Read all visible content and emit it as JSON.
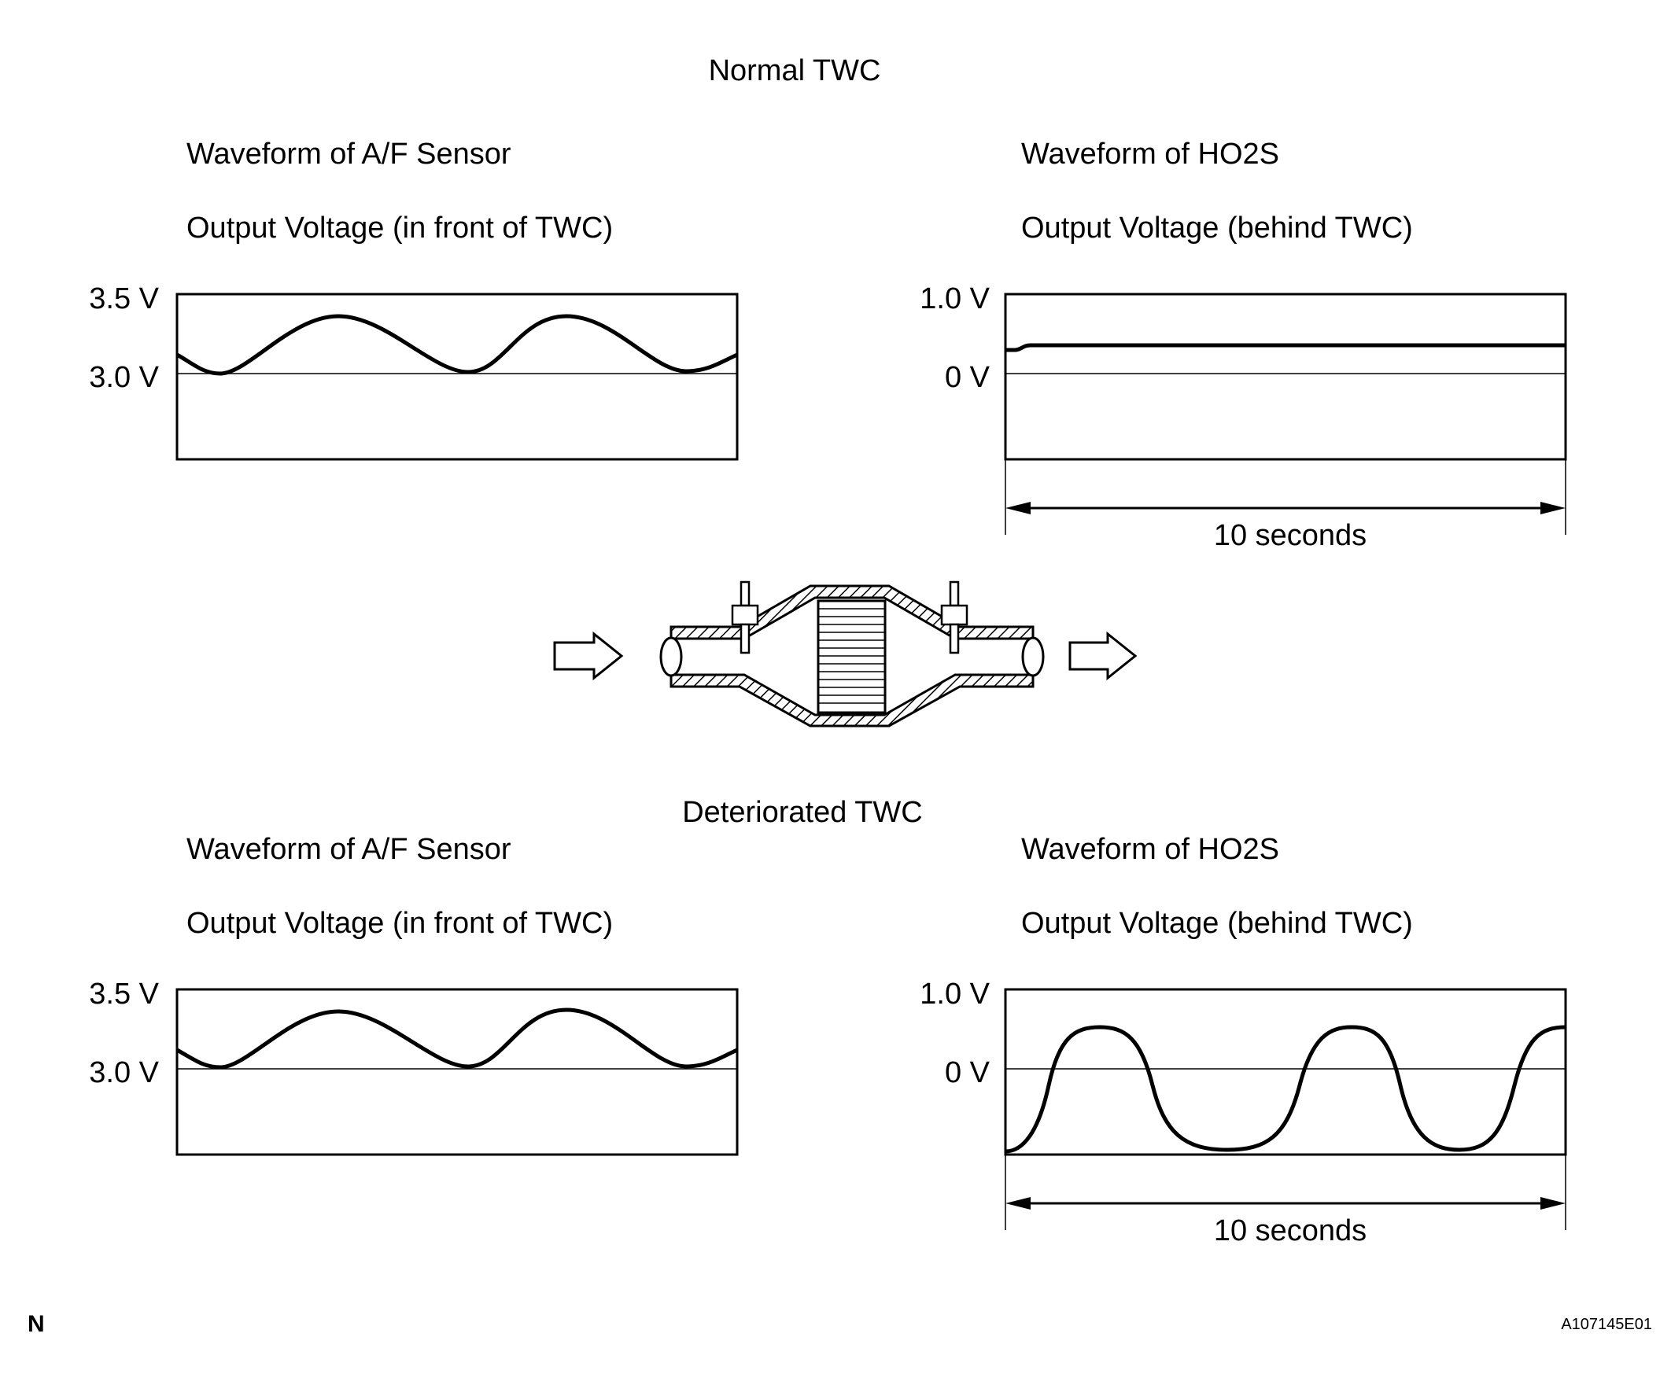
{
  "normal": {
    "title": "Normal TWC",
    "af": {
      "heading": "Waveform of A/F Sensor",
      "subheading": "Output Voltage (in front of TWC)",
      "y_top_label": "3.5 V",
      "y_mid_label": "3.0 V"
    },
    "ho2s": {
      "heading": "Waveform of HO2S",
      "subheading": "Output Voltage (behind TWC)",
      "y_top_label": "1.0 V",
      "y_mid_label": "0 V",
      "time_label": "10 seconds"
    }
  },
  "deteriorated": {
    "title": "Deteriorated TWC",
    "af": {
      "heading": "Waveform of A/F Sensor",
      "subheading": "Output Voltage (in front of TWC)",
      "y_top_label": "3.5 V",
      "y_mid_label": "3.0 V"
    },
    "ho2s": {
      "heading": "Waveform of HO2S",
      "subheading": "Output Voltage (behind TWC)",
      "y_top_label": "1.0 V",
      "y_mid_label": "0 V",
      "time_label": "10 seconds"
    }
  },
  "footer": {
    "left_mark": "N",
    "figure_id": "A107145E01"
  }
}
